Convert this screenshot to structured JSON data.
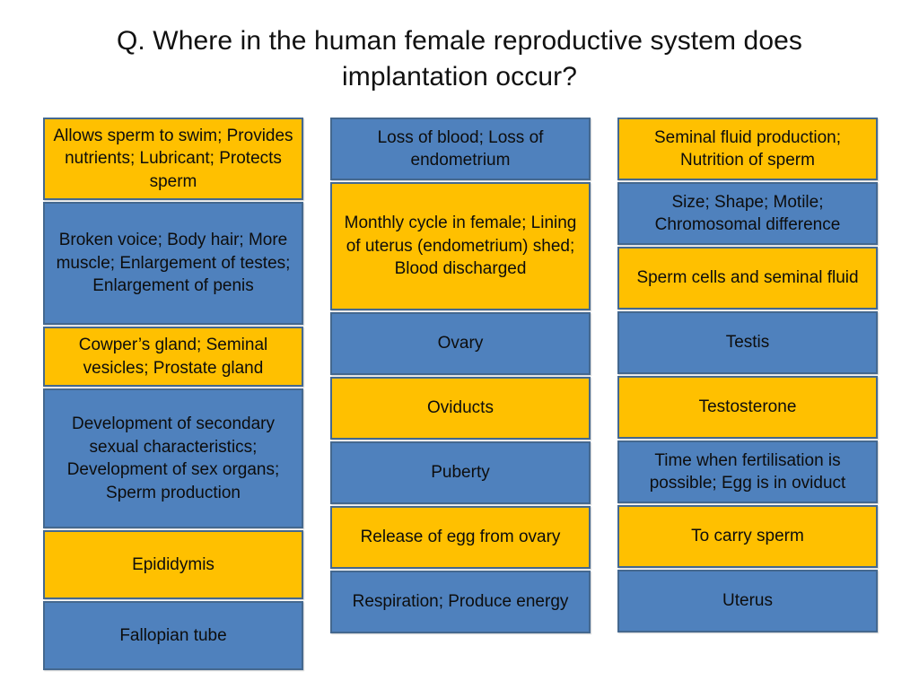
{
  "slide": {
    "title": "Q. Where in the human female reproductive system does implantation occur?",
    "background_color": "#FFFFFF",
    "yellow_color": "#FFC000",
    "blue_color": "#4F81BD",
    "border_color": "#44688F",
    "text_color": "#0D0D0D"
  },
  "columns": [
    {
      "name": "column-1",
      "cards": [
        {
          "color": "yellow",
          "text": "Allows sperm to swim; Provides nutrients; Lubricant; Protects sperm"
        },
        {
          "color": "blue",
          "text": "Broken voice; Body hair; More muscle; Enlargement of testes; Enlargement of penis"
        },
        {
          "color": "yellow",
          "text": "Cowper’s gland; Seminal vesicles; Prostate gland"
        },
        {
          "color": "blue",
          "text": "Development of secondary sexual characteristics; Development of sex organs; Sperm production"
        },
        {
          "color": "yellow",
          "text": "Epididymis"
        },
        {
          "color": "blue",
          "text": "Fallopian tube"
        }
      ]
    },
    {
      "name": "column-2",
      "cards": [
        {
          "color": "blue",
          "text": "Loss of blood; Loss of endometrium"
        },
        {
          "color": "yellow",
          "text": "Monthly cycle in female; Lining of uterus (endometrium) shed; Blood discharged"
        },
        {
          "color": "blue",
          "text": "Ovary"
        },
        {
          "color": "yellow",
          "text": "Oviducts"
        },
        {
          "color": "blue",
          "text": "Puberty"
        },
        {
          "color": "yellow",
          "text": "Release of egg from ovary"
        },
        {
          "color": "blue",
          "text": "Respiration; Produce energy"
        }
      ]
    },
    {
      "name": "column-3",
      "cards": [
        {
          "color": "yellow",
          "text": "Seminal fluid production; Nutrition of sperm"
        },
        {
          "color": "blue",
          "text": "Size; Shape; Motile; Chromosomal difference"
        },
        {
          "color": "yellow",
          "text": "Sperm cells and seminal fluid"
        },
        {
          "color": "blue",
          "text": "Testis"
        },
        {
          "color": "yellow",
          "text": "Testosterone"
        },
        {
          "color": "blue",
          "text": "Time when fertilisation is possible; Egg is in oviduct"
        },
        {
          "color": "yellow",
          "text": "To carry sperm"
        },
        {
          "color": "blue",
          "text": "Uterus"
        }
      ]
    }
  ]
}
